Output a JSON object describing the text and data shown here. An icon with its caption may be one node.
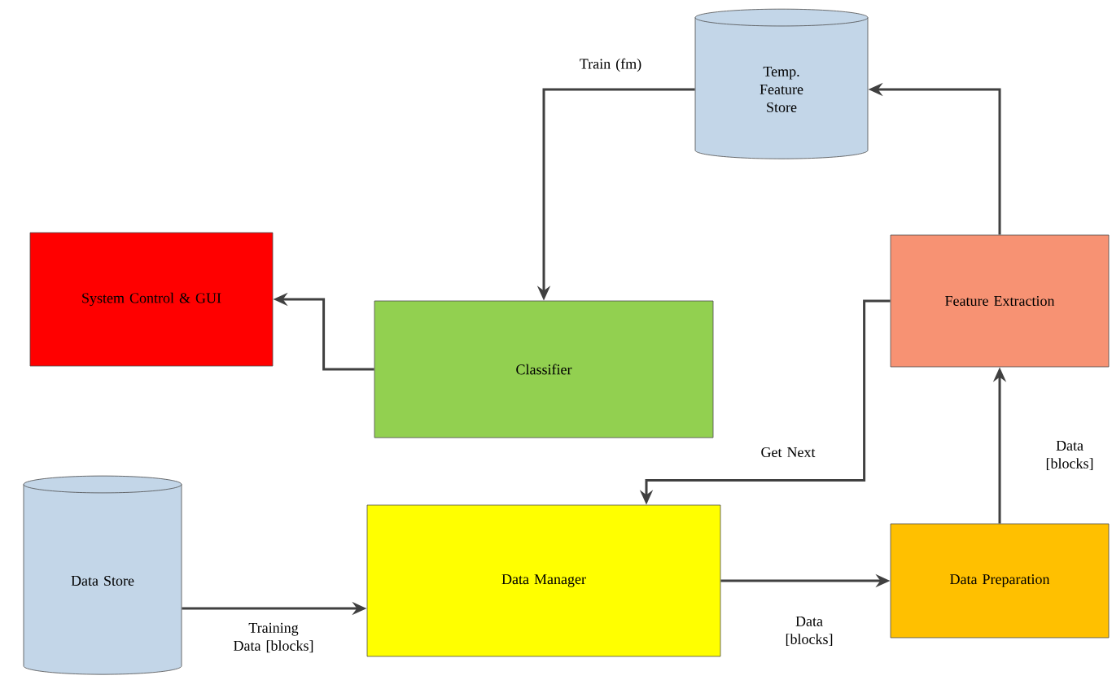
{
  "diagram": {
    "nodes": [
      {
        "text": [
          "Temp. Feature Store"
        ]
      },
      {
        "text": [
          "System Control & GUI"
        ]
      },
      {
        "text": [
          "Classifier"
        ]
      },
      {
        "text": [
          "Feature Extraction"
        ]
      },
      {
        "text": [
          "Data Store"
        ]
      },
      {
        "text": [
          "Data Manager"
        ]
      },
      {
        "text": [
          "Data Preparation"
        ]
      }
    ],
    "edges": [
      {
        "from": 0,
        "to": 2,
        "arrow": "to",
        "label": "Train (fm)"
      },
      {
        "from": 2,
        "to": 1,
        "arrow": "to"
      },
      {
        "from": 3,
        "to": 0,
        "arrow": "to"
      },
      {
        "from": 3,
        "to": 5,
        "arrow": "to",
        "label": "Get Next"
      },
      {
        "from": 4,
        "to": 5,
        "arrow": "to",
        "label": "Training Data [blocks]"
      },
      {
        "from": 5,
        "to": 6,
        "arrow": "to",
        "label": "Data [blocks]"
      },
      {
        "from": 6,
        "to": 3,
        "arrow": "to",
        "label": "Data [blocks]"
      }
    ]
  }
}
